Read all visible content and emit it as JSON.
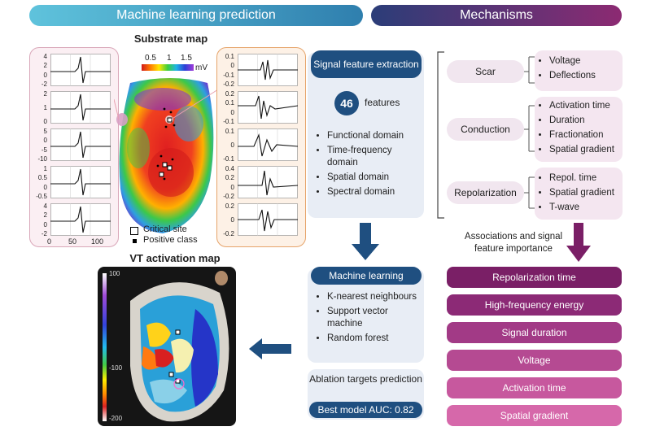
{
  "header": {
    "left": "Machine learning prediction",
    "right": "Mechanisms"
  },
  "substrate": {
    "title": "Substrate map",
    "scale_ticks": [
      "0.5",
      "1",
      "1.5"
    ],
    "scale_unit": "mV",
    "left_traces": [
      {
        "ticks": [
          "4",
          "2",
          "0",
          "-2"
        ]
      },
      {
        "ticks": [
          "2",
          "1",
          "0"
        ]
      },
      {
        "ticks": [
          "5",
          "0",
          "-5",
          "-10"
        ]
      },
      {
        "ticks": [
          "1",
          "0.5",
          "0",
          "-0.5"
        ]
      },
      {
        "ticks": [
          "4",
          "2",
          "0",
          "-2"
        ]
      }
    ],
    "x_ticks": [
      "0",
      "50",
      "100"
    ],
    "right_traces": [
      {
        "ticks": [
          "0.1",
          "0",
          "-0.1",
          "-0.2"
        ]
      },
      {
        "ticks": [
          "0.2",
          "0.1",
          "0",
          "-0.1"
        ]
      },
      {
        "ticks": [
          "0.1",
          "0",
          "-0.1"
        ]
      },
      {
        "ticks": [
          "0.4",
          "0.2",
          "0",
          "-0.2"
        ]
      },
      {
        "ticks": [
          "0.2",
          "0",
          "-0.2"
        ]
      }
    ],
    "legend": {
      "critical": "Critical site",
      "positive": "Positive class"
    }
  },
  "vt": {
    "title": "VT activation map",
    "ticks": [
      "100",
      "-100",
      "-200"
    ]
  },
  "feature": {
    "title": "Signal feature extraction",
    "count": "46",
    "count_label": "features",
    "items": [
      "Functional domain",
      "Time-frequency domain",
      "Spatial domain",
      "Spectral domain"
    ]
  },
  "ml": {
    "title": "Machine learning",
    "items": [
      "K-nearest neighbours",
      "Support vector machine",
      "Random forest"
    ]
  },
  "ablation": {
    "title": "Ablation targets prediction",
    "auc": "Best model AUC: 0.82"
  },
  "mechanisms": [
    {
      "name": "Scar",
      "items": [
        "Voltage",
        "Deflections"
      ]
    },
    {
      "name": "Conduction",
      "items": [
        "Activation time",
        "Duration",
        "Fractionation",
        "Spatial gradient"
      ]
    },
    {
      "name": "Repolarization",
      "items": [
        "Repol. time",
        "Spatial gradient",
        "T-wave"
      ]
    }
  ],
  "assoc_label": "Associations and signal feature importance",
  "importance": [
    {
      "label": "Repolarization time",
      "color": "#7a1f66"
    },
    {
      "label": "High-frequency energy",
      "color": "#8c2a76"
    },
    {
      "label": "Signal duration",
      "color": "#a23a86"
    },
    {
      "label": "Voltage",
      "color": "#b54a92"
    },
    {
      "label": "Activation time",
      "color": "#c7589e"
    },
    {
      "label": "Spatial gradient",
      "color": "#d668aa"
    }
  ]
}
